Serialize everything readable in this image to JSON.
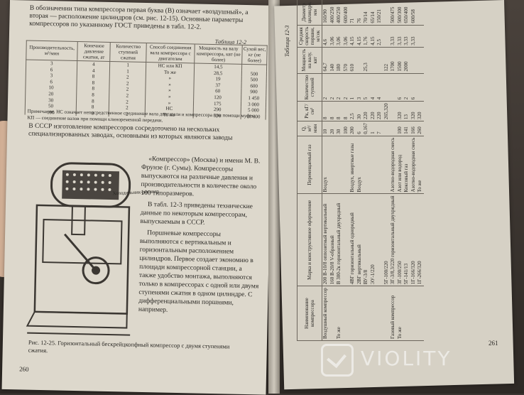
{
  "left_page": {
    "intro": "В обозначении типа компрессора первая буква (В) означает «воздушный», а вторая — расположение цилиндров (см. рис. 12-15). Основные параметры компрессоров по указанному ГОСТ приведены в табл. 12-2.",
    "table_title": "Таблица 12-2",
    "table_headers": [
      "Производительность, м³/мин",
      "Конечное давление сжатия, ат",
      "Количество ступеней сжатия",
      "Способ соединения вала компрессора с двигателем",
      "Мощность на валу компрессора, квт (не более)",
      "Сухой вес, кг (не более)"
    ],
    "table_rows": [
      [
        "3",
        "4",
        "1",
        "НС или КП",
        "14,5",
        ""
      ],
      [
        "6",
        "4",
        "1",
        "То же",
        "28,5",
        "500"
      ],
      [
        "3",
        "8",
        "2",
        "»",
        "19",
        "500"
      ],
      [
        "6",
        "8",
        "2",
        "»",
        "37",
        "600"
      ],
      [
        "10",
        "8",
        "2",
        "»",
        "60",
        "900"
      ],
      [
        "20",
        "8",
        "2",
        "»",
        "120",
        "1 450"
      ],
      [
        "30",
        "8",
        "2",
        "»",
        "175",
        "3 000"
      ],
      [
        "50",
        "8",
        "2",
        "НС",
        "290",
        "5 000"
      ],
      [
        "100",
        "8",
        "2",
        "То же",
        "570",
        "18 000"
      ]
    ],
    "note": "Примечание. НС означает непосредственное соединение вала двигателя и компрессора при помощи муфты, КП — соединение валов при помощи клиноременной передачи.",
    "paragraph": "В СССР изготовление компрессоров сосредоточено на нескольких специализированных заводах, основными из которых являются заводы",
    "side_paragraphs": [
      "«Компрессор» (Москва) и имени М. В. Фрунзе (г. Сумы). Компрессоры выпускаются на различные давления и производительности в количестве около 100 типоразмеров.",
      "В табл. 12-3 приведены технические данные по некоторым компрессорам, выпускаемым в СССР.",
      "Поршневые компрессоры выполняются с вертикальным и горизонтальным расположением цилиндров. Первое создает экономию в площади компрессорной станции, а также удобство монтажа, выполняются только в компрессорах с одной или двумя ступенями сжатия в одном цилиндре. С дифференциальными поршнями, например."
    ],
    "figure_label": "Холодильник-ресивер",
    "caption": "Рис. 12-25. Горизонтальный бескрейцкопфный компрессор с двумя ступенями сжатия.",
    "page_number": "260"
  },
  "right_page": {
    "table_title": "Таблица 12-3",
    "headers": [
      "Наименование компрессора",
      "Марка и конструктивное оформление",
      "Перемещаемый газ",
      "Q, м³/мин",
      "Pк, кГ/см²",
      "Количество ступеней",
      "Мощность на валу, квт",
      "Средняя скорость поршня, м/сек",
      "Диаметр цилиндра, мм"
    ],
    "rows": [
      [
        "Воздушный компрессор",
        "200 В-10/8 оппозитный вертикальный",
        "Воздух",
        "10",
        "8",
        "2",
        "64,7",
        "4,6",
        "160/90"
      ],
      [
        "",
        "160 В-20/8 V-образный",
        "",
        "20",
        "8",
        "2",
        "140",
        "3,06",
        "400/250"
      ],
      [
        "То же",
        "В 300-2к горизонтальный двухрядный",
        "",
        "30",
        "8",
        "2",
        "180",
        "3,06",
        "400/250"
      ],
      [
        "",
        "",
        "",
        "100",
        "8",
        "2",
        "570",
        "3,06",
        "600/400"
      ],
      [
        "",
        "4ВГ горизонтальный однорядный",
        "Воздух, инертные газы",
        "200",
        "2,5",
        "1",
        "610",
        "4,15",
        "71"
      ],
      [
        "",
        "2ВГ вертикальный",
        "Воздух",
        "6",
        "30",
        "3",
        "",
        "4,15",
        "76"
      ],
      [
        "",
        "ВУ-3/8",
        "",
        "0,167",
        "220",
        "5",
        "25,3",
        "1,76",
        "70/14"
      ],
      [
        "",
        "ЭУ-1/220",
        "",
        "1",
        "220",
        "4",
        "",
        "4,15",
        "65/14"
      ],
      [
        "",
        "",
        "",
        "7",
        "220",
        "4",
        "",
        "2,5",
        "150/21"
      ],
      [
        "",
        "5Г-100/220",
        "",
        "",
        "265,320",
        "",
        "122",
        "",
        ""
      ],
      [
        "Газовый компрессор",
        "3Г-3/8,3/220 горизонтальный двухрядный",
        "Азотно-водородная смесь",
        "",
        "",
        "",
        "1700",
        "3,33",
        "500/475"
      ],
      [
        "То же",
        "3Г-100/250",
        "Азот или водород",
        "100",
        "320",
        "6",
        "1500",
        "3,33",
        "500/300"
      ],
      [
        "",
        "5Г-141/13",
        "Коксовый газ",
        "141",
        "13",
        "2",
        "2000",
        "3,33",
        "650/400"
      ],
      [
        "",
        "1Г-166/320",
        "Азотно-водородная смесь",
        "166",
        "320",
        "6",
        "",
        "3,33",
        "600/58"
      ],
      [
        "",
        "1Г-266/320",
        "То же",
        "260",
        "320",
        "",
        "",
        "",
        ""
      ]
    ],
    "page_number": "261"
  },
  "watermark": {
    "text": "VIOLITY"
  }
}
